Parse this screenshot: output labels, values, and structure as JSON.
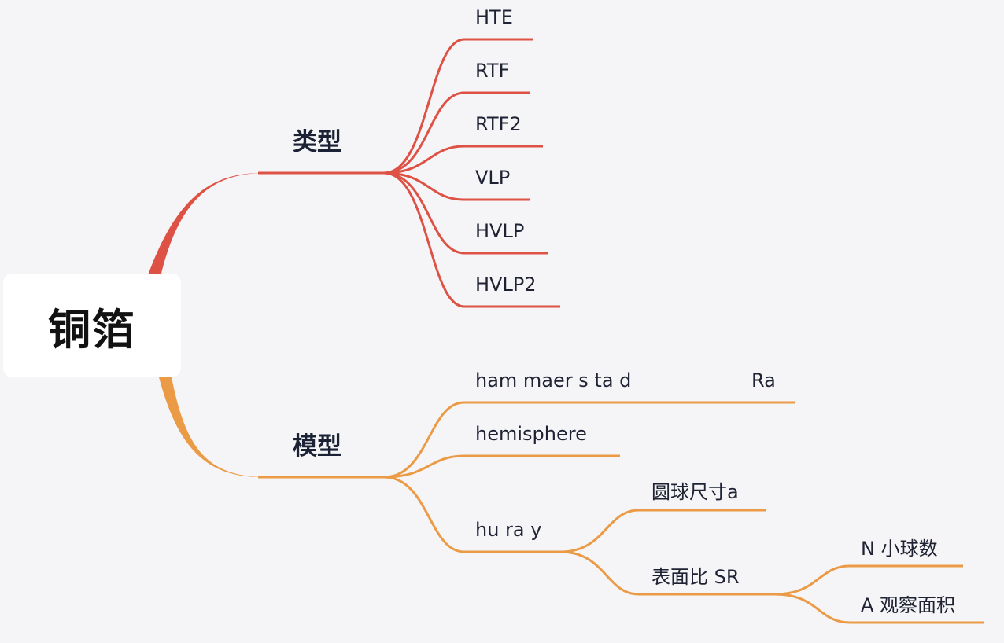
{
  "root": {
    "label": "铜箔"
  },
  "colors": {
    "branch_1": "#dd5244",
    "branch_2": "#eb9a45",
    "background": "#f5f5f7",
    "root_box": "#ffffff"
  },
  "branches": [
    {
      "label": "类型",
      "children": [
        "HTE",
        "RTF",
        "RTF2",
        "VLP",
        "HVLP",
        "HVLP2"
      ]
    },
    {
      "label": "模型",
      "children": [
        {
          "label": "ham maer s ta d",
          "note": "Ra"
        },
        {
          "label": "hemisphere"
        },
        {
          "label": "hu ra y",
          "children": [
            {
              "label": "圆球尺寸a"
            },
            {
              "label": "表面比 SR",
              "children": [
                "N 小球数",
                "A 观察面积"
              ]
            }
          ]
        }
      ]
    }
  ]
}
